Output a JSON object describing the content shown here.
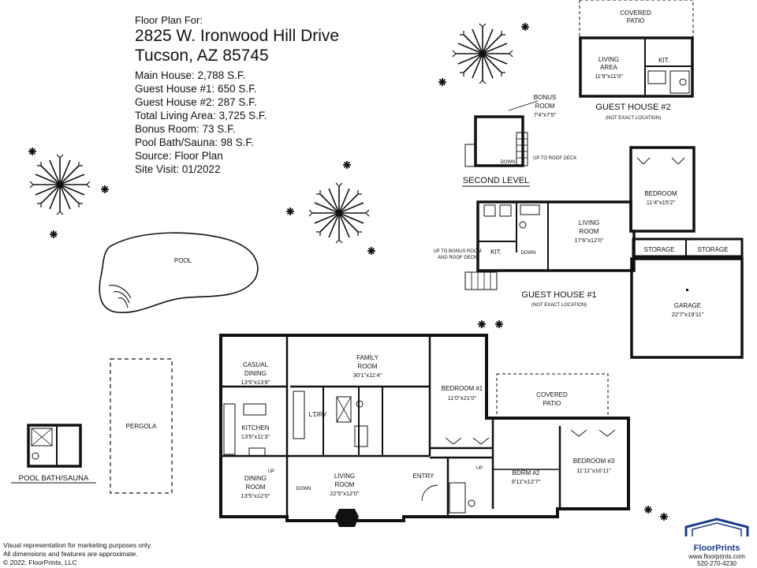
{
  "header": {
    "kicker": "Floor Plan For:",
    "address_line1": "2825 W. Ironwood Hill Drive",
    "address_line2": "Tucson, AZ  85745",
    "stats": [
      "Main House:  2,788 S.F.",
      "Guest House #1:  650 S.F.",
      "Guest House #2:  287 S.F.",
      "Total Living Area:  3,725 S.F.",
      "Bonus Room:  73 S.F.",
      "Pool Bath/Sauna:  98 S.F.",
      "Source:  Floor Plan",
      "Site Visit:  01/2022"
    ]
  },
  "sections": {
    "pool": "POOL",
    "pergola": "PERGOLA",
    "pool_bath": "POOL BATH/SAUNA",
    "second_level": "SECOND LEVEL",
    "guest1": "GUEST HOUSE #1",
    "guest1_note": "(NOT EXACT LOCATION)",
    "guest2": "GUEST HOUSE #2",
    "guest2_note": "(NOT EXACT LOCATION)"
  },
  "rooms": {
    "covered_patio_top": {
      "l1": "COVERED",
      "l2": "PATIO"
    },
    "living_area_g2": {
      "l1": "LIVING",
      "l2": "AREA",
      "dim": "11'9\"x11'0\""
    },
    "kit_g2": "KIT.",
    "bonus": {
      "l1": "BONUS",
      "l2": "ROOM",
      "dim": "7'4\"x7'5\""
    },
    "down_g2": "DOWN",
    "up_roof": "UP TO ROOF DECK",
    "bedroom_g1": {
      "name": "BEDROOM",
      "dim": "11'4\"x15'2\""
    },
    "living_g1": {
      "l1": "LIVING",
      "l2": "ROOM",
      "dim": "17'6\"x12'0\""
    },
    "kit_g1": "KIT.",
    "down_g1": "DOWN",
    "up_bonus": {
      "l1": "UP TO BONUS ROOM",
      "l2": "AND ROOF DECK"
    },
    "storage1": "STORAGE",
    "storage2": "STORAGE",
    "garage": {
      "name": "GARAGE",
      "dim": "22'7\"x19'11\""
    },
    "casual": {
      "l1": "CASUAL",
      "l2": "DINING",
      "dim": "13'5\"x13'8\""
    },
    "family": {
      "l1": "FAMILY",
      "l2": "ROOM",
      "dim": "30'1\"x11'4\""
    },
    "bedroom1": {
      "name": "BEDROOM #1",
      "dim": "11'0\"x21'0\""
    },
    "covered_patio_main": {
      "l1": "COVERED",
      "l2": "PATIO"
    },
    "ldry": "L'DRY",
    "kitchen": {
      "name": "KITCHEN",
      "dim": "13'5\"x11'3\""
    },
    "dining": {
      "l1": "DINING",
      "l2": "ROOM",
      "dim": "13'5\"x12'0\""
    },
    "living": {
      "l1": "LIVING",
      "l2": "ROOM",
      "dim": "22'5\"x12'0\""
    },
    "entry": "ENTRY",
    "bdrm2": {
      "name": "BDRM #2",
      "dim": "9'11\"x12'7\""
    },
    "bedroom3": {
      "name": "BEDROOM #3",
      "dim": "11'11\"x16'11\""
    },
    "up_main": "UP",
    "up_main2": "UP",
    "down_main": "DOWN"
  },
  "footer": {
    "line1": "Visual representation for marketing purposes only.",
    "line2": "All dimensions and features are approximate.",
    "line3": "© 2022, FloorPrints, LLC"
  },
  "brand": {
    "name": "FloorPrints",
    "url": "www.floorprints.com",
    "phone": "520-270-4230",
    "color": "#1a3a8a"
  }
}
